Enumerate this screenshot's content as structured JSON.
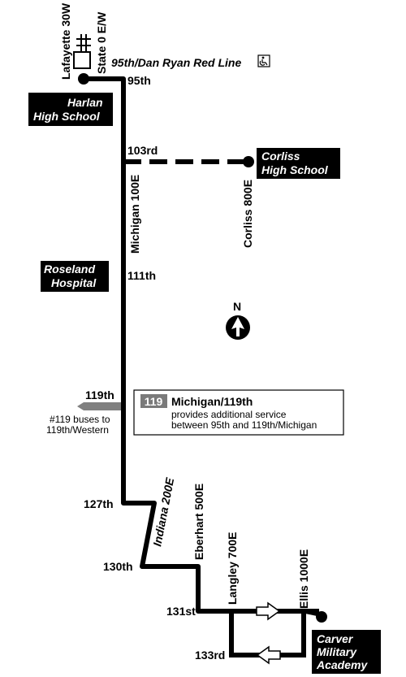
{
  "rail": {
    "street_west": "Lafayette 30W",
    "street_east": "State 0 E/W",
    "station": "95th/Dan Ryan Red Line",
    "accessible_icon": "wheelchair-icon"
  },
  "cross_streets": {
    "s95": "95th",
    "s103": "103rd",
    "s111": "111th",
    "s119": "119th",
    "s127": "127th",
    "s130": "130th",
    "s131": "131st",
    "s133": "133rd"
  },
  "route_streets": {
    "michigan": "Michigan 100E",
    "corliss": "Corliss 800E",
    "indiana": "Indiana 200E",
    "eberhart": "Eberhart 500E",
    "langley": "Langley 700E",
    "ellis": "Ellis 1000E"
  },
  "landmarks": {
    "harlan": [
      "Harlan",
      "High School"
    ],
    "corliss_hs": [
      "Corliss",
      "High School"
    ],
    "roseland": [
      "Roseland",
      "Hospital"
    ],
    "carver": [
      "Carver",
      "Military",
      "Academy"
    ]
  },
  "transfer_note": [
    "#119 buses to",
    "119th/Western"
  ],
  "info_box": {
    "route_number": "119",
    "route_name": "Michigan/119th",
    "line1": "provides additional service",
    "line2": "between 95th and 119th/Michigan"
  },
  "compass": {
    "label": "N"
  },
  "colors": {
    "route": "#000000",
    "transfer_arrow": "#808080",
    "route_badge": "#7a7a7a"
  }
}
